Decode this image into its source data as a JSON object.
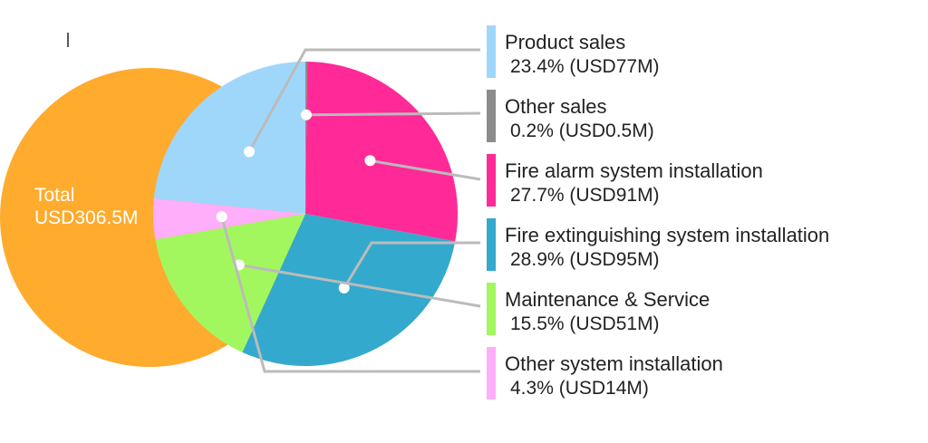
{
  "chart_data": {
    "type": "pie",
    "total": {
      "label": "Total",
      "value_text": "USD306.5M",
      "color": "#ffab2e"
    },
    "slices": [
      {
        "name": "Product sales",
        "percent": 23.4,
        "value": 77,
        "value_text": "23.4% (USD77M)",
        "color": "#9fd7fb"
      },
      {
        "name": "Other sales",
        "percent": 0.2,
        "value": 0.5,
        "value_text": "0.2% (USD0.5M)",
        "color": "#8c8c8c"
      },
      {
        "name": "Fire alarm system installation",
        "percent": 27.7,
        "value": 91,
        "value_text": "27.7% (USD91M)",
        "color": "#ff2a97"
      },
      {
        "name": "Fire extinguishing system installation",
        "percent": 28.9,
        "value": 95,
        "value_text": "28.9% (USD95M)",
        "color": "#33a9cd"
      },
      {
        "name": "Maintenance & Service",
        "percent": 15.5,
        "value": 51,
        "value_text": "15.5% (USD51M)",
        "color": "#a3f75e"
      },
      {
        "name": "Other system installation",
        "percent": 4.3,
        "value": 14,
        "value_text": "4.3% (USD14M)",
        "color": "#ffaef9"
      }
    ],
    "leader_line_color": "#bbbbbb",
    "dot_color": "#ffffff"
  }
}
